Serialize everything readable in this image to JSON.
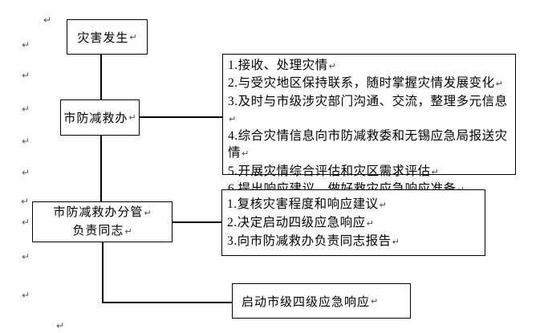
{
  "return_mark": "↵",
  "nodes": {
    "disaster": {
      "label": "灾害发生"
    },
    "office": {
      "label": "市防减救办"
    },
    "leader": {
      "line1": "市防减救办分管",
      "line2": "负责同志"
    },
    "activate": {
      "label": "启动市级四级应急响应"
    }
  },
  "task_box": {
    "items": [
      "1.接收、处理灾情",
      "2.与受灾地区保持联系，随时掌握灾情发展变化",
      "3.及时与市级涉灾部门沟通、交流，整理多元信息",
      "4.综合灾情信息向市防减救委和无锡应急局报送灾情",
      "5.开展灾情综合评估和灾区需求评估",
      "6.提出响应建议、做好救灾应急响应准备"
    ]
  },
  "decision_box": {
    "items": [
      "1.复核灾害程度和响应建议",
      "2.决定启动四级应急响应",
      "3.向市防减救办负责同志报告"
    ]
  }
}
